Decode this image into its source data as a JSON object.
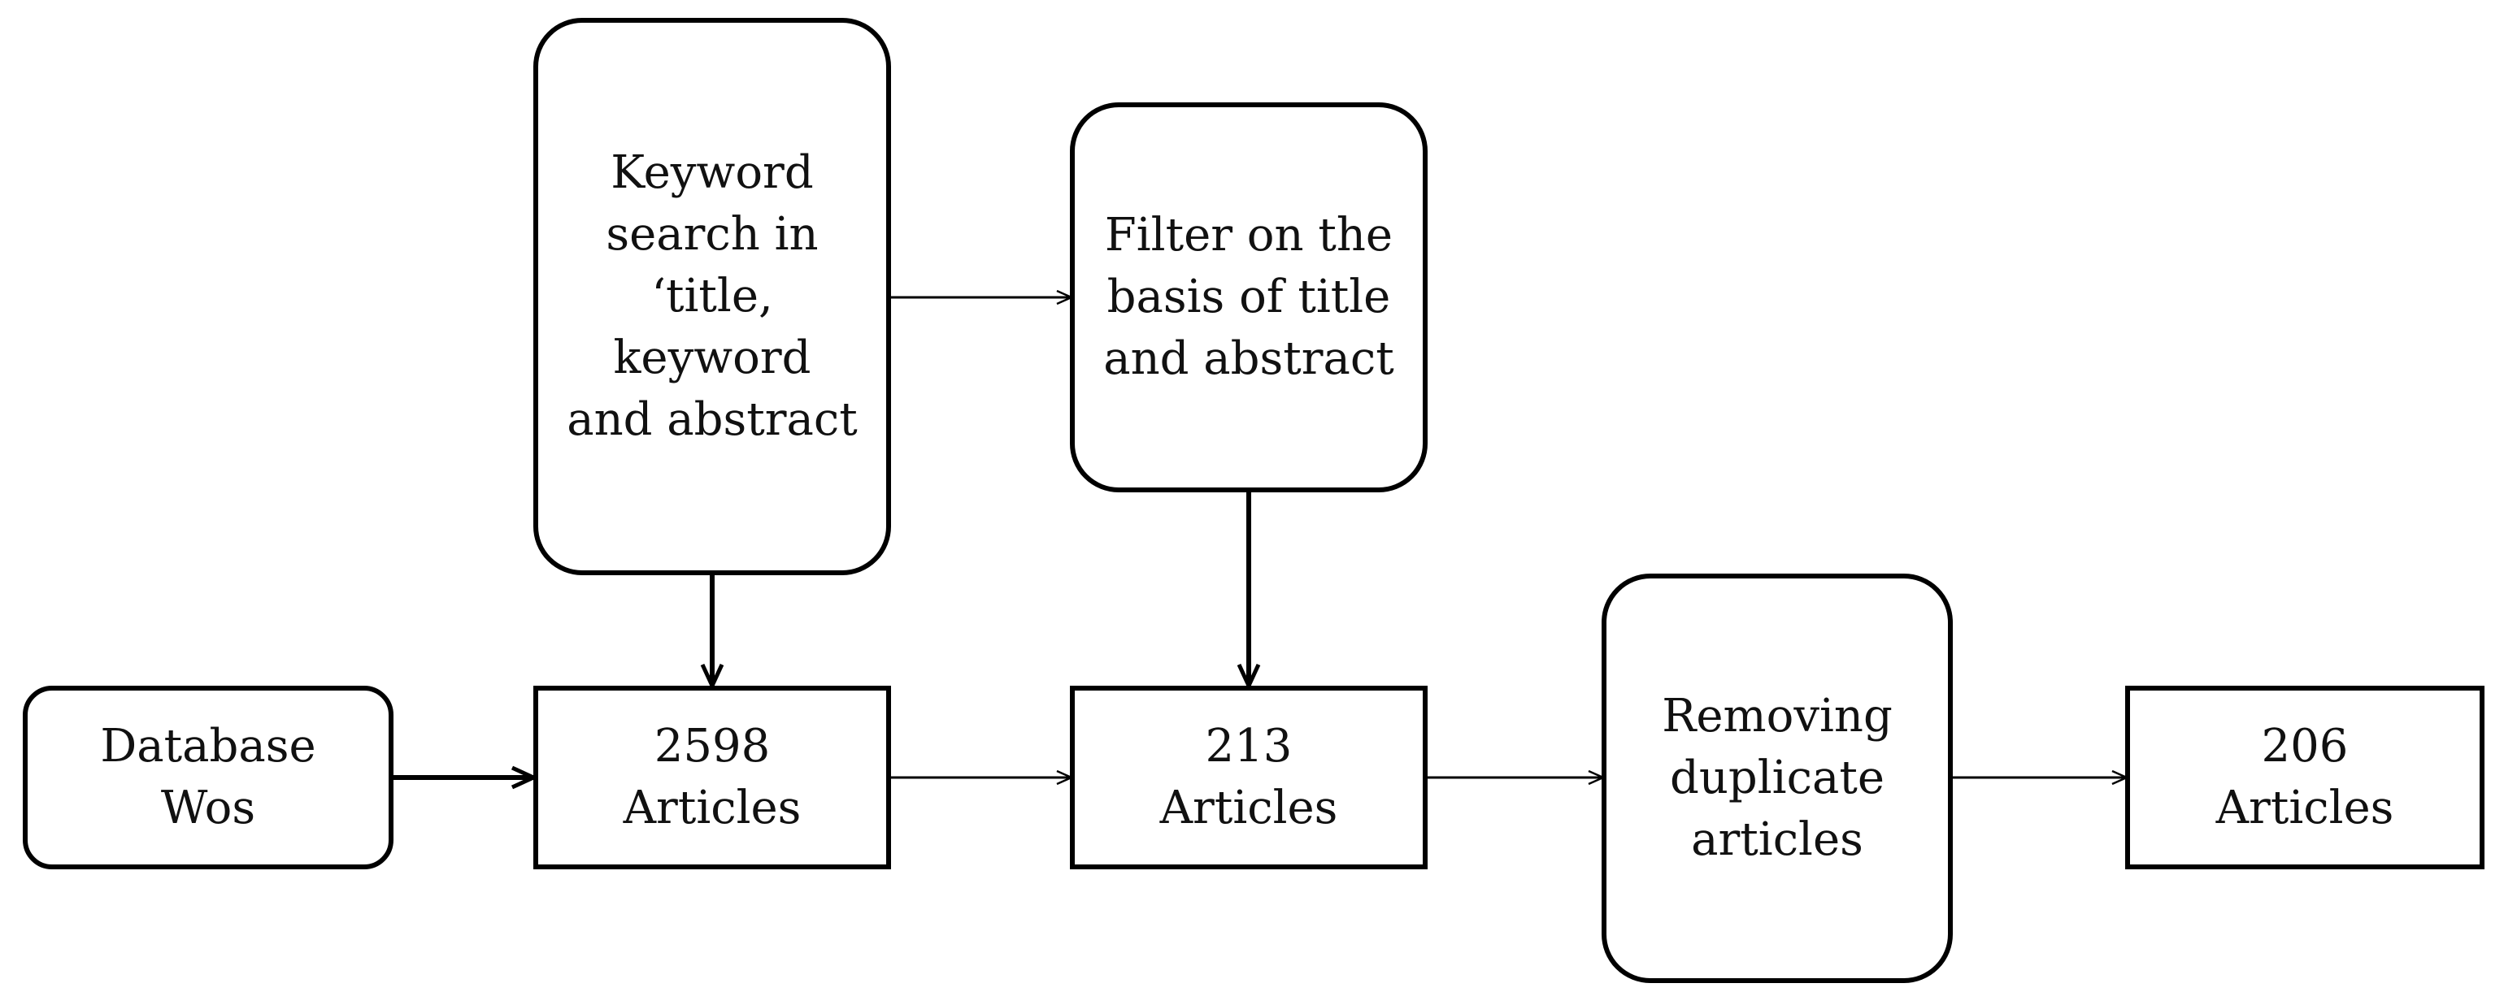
{
  "nodes": {
    "database": "Database\nWos",
    "keyword_search": "Keyword\nsearch in\n‘title,\nkeyword\nand abstract",
    "filter": "Filter on the\nbasis of title\nand abstract",
    "articles_2598": "2598\nArticles",
    "articles_213": "213\nArticles",
    "removing_duplicates": "Removing\nduplicate\narticles",
    "articles_206": "206\nArticles"
  },
  "edges": [
    {
      "from": "database",
      "to": "articles_2598"
    },
    {
      "from": "keyword_search",
      "to": "articles_2598"
    },
    {
      "from": "keyword_search",
      "to": "filter"
    },
    {
      "from": "articles_2598",
      "to": "articles_213"
    },
    {
      "from": "filter",
      "to": "articles_213"
    },
    {
      "from": "articles_213",
      "to": "removing_duplicates"
    },
    {
      "from": "removing_duplicates",
      "to": "articles_206"
    }
  ]
}
